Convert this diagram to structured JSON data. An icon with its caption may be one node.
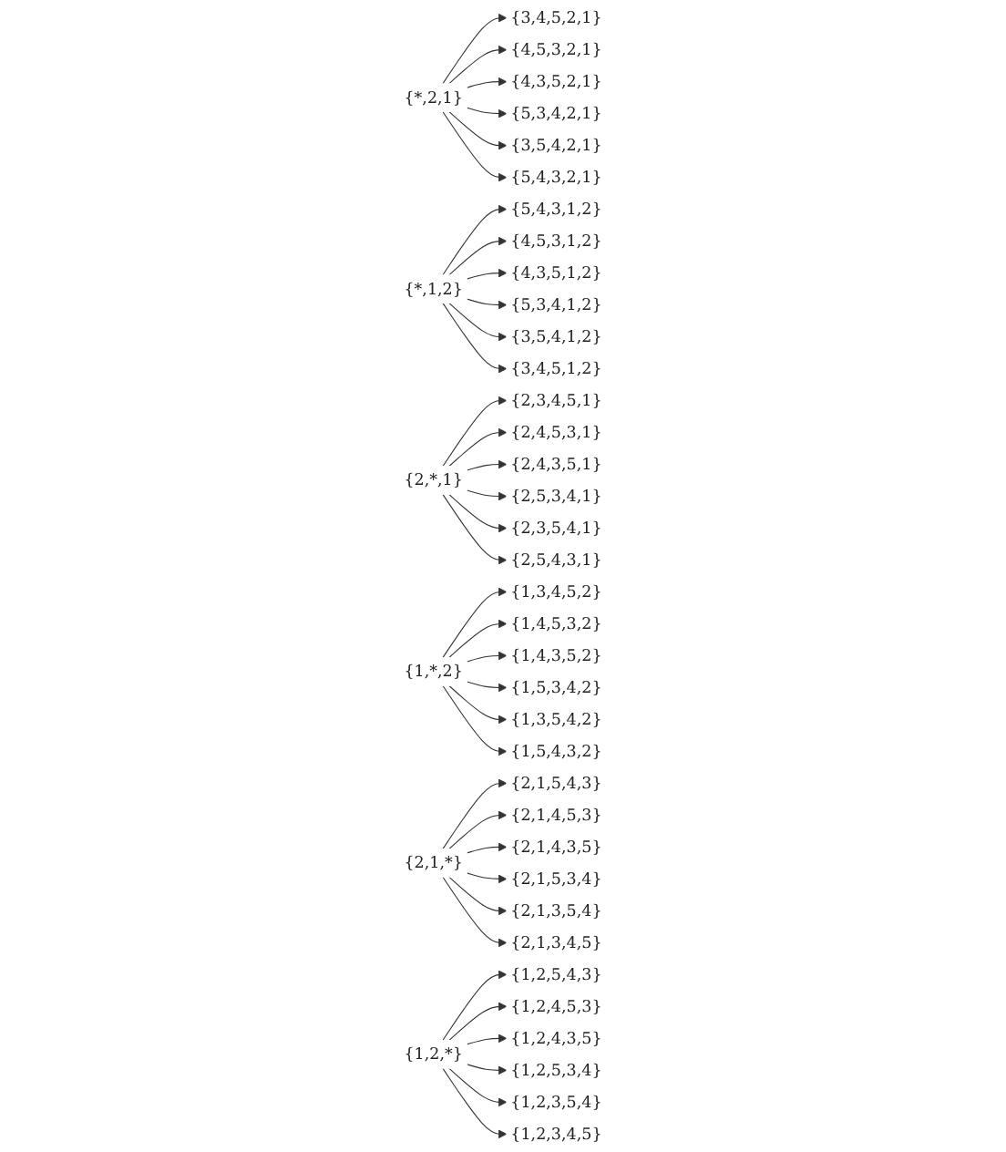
{
  "diagram": {
    "nodes": [
      {
        "text": [
          "{*,2,1}"
        ]
      },
      {
        "text": [
          "{3,4,5,2,1}"
        ]
      },
      {
        "text": [
          "{4,5,3,2,1}"
        ]
      },
      {
        "text": [
          "{4,3,5,2,1}"
        ]
      },
      {
        "text": [
          "{5,3,4,2,1}"
        ]
      },
      {
        "text": [
          "{3,5,4,2,1}"
        ]
      },
      {
        "text": [
          "{5,4,3,2,1}"
        ]
      },
      {
        "text": [
          "{*,1,2}"
        ]
      },
      {
        "text": [
          "{5,4,3,1,2}"
        ]
      },
      {
        "text": [
          "{4,5,3,1,2}"
        ]
      },
      {
        "text": [
          "{4,3,5,1,2}"
        ]
      },
      {
        "text": [
          "{5,3,4,1,2}"
        ]
      },
      {
        "text": [
          "{3,5,4,1,2}"
        ]
      },
      {
        "text": [
          "{3,4,5,1,2}"
        ]
      },
      {
        "text": [
          "{2,*,1}"
        ]
      },
      {
        "text": [
          "{2,3,4,5,1}"
        ]
      },
      {
        "text": [
          "{2,4,5,3,1}"
        ]
      },
      {
        "text": [
          "{2,4,3,5,1}"
        ]
      },
      {
        "text": [
          "{2,5,3,4,1}"
        ]
      },
      {
        "text": [
          "{2,3,5,4,1}"
        ]
      },
      {
        "text": [
          "{2,5,4,3,1}"
        ]
      },
      {
        "text": [
          "{1,*,2}"
        ]
      },
      {
        "text": [
          "{1,3,4,5,2}"
        ]
      },
      {
        "text": [
          "{1,4,5,3,2}"
        ]
      },
      {
        "text": [
          "{1,4,3,5,2}"
        ]
      },
      {
        "text": [
          "{1,5,3,4,2}"
        ]
      },
      {
        "text": [
          "{1,3,5,4,2}"
        ]
      },
      {
        "text": [
          "{1,5,4,3,2}"
        ]
      },
      {
        "text": [
          "{2,1,*}"
        ]
      },
      {
        "text": [
          "{2,1,5,4,3}"
        ]
      },
      {
        "text": [
          "{2,1,4,5,3}"
        ]
      },
      {
        "text": [
          "{2,1,4,3,5}"
        ]
      },
      {
        "text": [
          "{2,1,5,3,4}"
        ]
      },
      {
        "text": [
          "{2,1,3,5,4}"
        ]
      },
      {
        "text": [
          "{2,1,3,4,5}"
        ]
      },
      {
        "text": [
          "{1,2,*}"
        ]
      },
      {
        "text": [
          "{1,2,5,4,3}"
        ]
      },
      {
        "text": [
          "{1,2,4,5,3}"
        ]
      },
      {
        "text": [
          "{1,2,4,3,5}"
        ]
      },
      {
        "text": [
          "{1,2,5,3,4}"
        ]
      },
      {
        "text": [
          "{1,2,3,5,4}"
        ]
      },
      {
        "text": [
          "{1,2,3,4,5}"
        ]
      }
    ],
    "edges": [
      {
        "from": 0,
        "to": 1,
        "arrow": "to"
      },
      {
        "from": 0,
        "to": 2,
        "arrow": "to"
      },
      {
        "from": 0,
        "to": 3,
        "arrow": "to"
      },
      {
        "from": 0,
        "to": 4,
        "arrow": "to"
      },
      {
        "from": 0,
        "to": 5,
        "arrow": "to"
      },
      {
        "from": 0,
        "to": 6,
        "arrow": "to"
      },
      {
        "from": 7,
        "to": 8,
        "arrow": "to"
      },
      {
        "from": 7,
        "to": 9,
        "arrow": "to"
      },
      {
        "from": 7,
        "to": 10,
        "arrow": "to"
      },
      {
        "from": 7,
        "to": 11,
        "arrow": "to"
      },
      {
        "from": 7,
        "to": 12,
        "arrow": "to"
      },
      {
        "from": 7,
        "to": 13,
        "arrow": "to"
      },
      {
        "from": 14,
        "to": 15,
        "arrow": "to"
      },
      {
        "from": 14,
        "to": 16,
        "arrow": "to"
      },
      {
        "from": 14,
        "to": 17,
        "arrow": "to"
      },
      {
        "from": 14,
        "to": 18,
        "arrow": "to"
      },
      {
        "from": 14,
        "to": 19,
        "arrow": "to"
      },
      {
        "from": 14,
        "to": 20,
        "arrow": "to"
      },
      {
        "from": 21,
        "to": 22,
        "arrow": "to"
      },
      {
        "from": 21,
        "to": 23,
        "arrow": "to"
      },
      {
        "from": 21,
        "to": 24,
        "arrow": "to"
      },
      {
        "from": 21,
        "to": 25,
        "arrow": "to"
      },
      {
        "from": 21,
        "to": 26,
        "arrow": "to"
      },
      {
        "from": 21,
        "to": 27,
        "arrow": "to"
      },
      {
        "from": 28,
        "to": 29,
        "arrow": "to"
      },
      {
        "from": 28,
        "to": 30,
        "arrow": "to"
      },
      {
        "from": 28,
        "to": 31,
        "arrow": "to"
      },
      {
        "from": 28,
        "to": 32,
        "arrow": "to"
      },
      {
        "from": 28,
        "to": 33,
        "arrow": "to"
      },
      {
        "from": 28,
        "to": 34,
        "arrow": "to"
      },
      {
        "from": 35,
        "to": 36,
        "arrow": "to"
      },
      {
        "from": 35,
        "to": 37,
        "arrow": "to"
      },
      {
        "from": 35,
        "to": 38,
        "arrow": "to"
      },
      {
        "from": 35,
        "to": 39,
        "arrow": "to"
      },
      {
        "from": 35,
        "to": 40,
        "arrow": "to"
      },
      {
        "from": 35,
        "to": 41,
        "arrow": "to"
      }
    ]
  }
}
